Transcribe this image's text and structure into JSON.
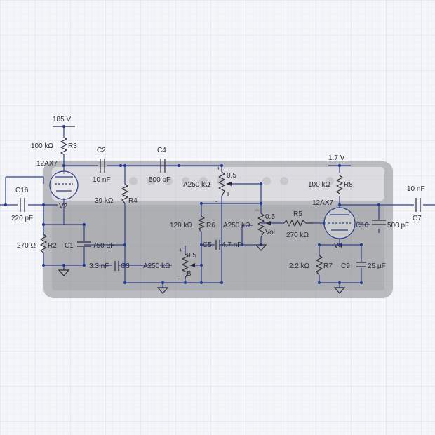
{
  "theme": {
    "wire": "#2c3e8c",
    "node": "#1f3a96",
    "component": "#2a2a3a",
    "grid": "#dcdfee"
  },
  "labels": {
    "v185": "185 V",
    "v17": "1.7 V",
    "r3_val": "100 kΩ",
    "r3": "R3",
    "c2": "C2",
    "c4": "C4",
    "tube1": "12AX7",
    "tube2": "12AX7",
    "c16": "C16",
    "c16_val": "220 pF",
    "v2": "V2",
    "c2_val": "10 nF",
    "c4_val": "500 pF",
    "r4_val": "39 kΩ",
    "r4": "R4",
    "t_pot": "A250 kΩ",
    "t_pos": "0.5",
    "t_name": "T",
    "r8_val": "100 kΩ",
    "r8": "R8",
    "c7_val": "10 nF",
    "c7": "C7",
    "r6_val": "120 kΩ",
    "r6": "R6",
    "vol_pot": "A250 kΩ",
    "vol_pos": "0.5",
    "vol_name": "Vol",
    "r5": "R5",
    "r5_val": "270 kΩ",
    "c10": "C10",
    "c10_val": "500 pF",
    "r2_val": "270 Ω",
    "r2": "R2",
    "c1": "C1",
    "c1_val": "750 µF",
    "c5": "C5",
    "c5_val": "4.7 nF",
    "v4": "V4",
    "c3_val": "3.3 nF",
    "c3": "C3",
    "b_pot": "A250 kΩ",
    "b_pos": "0.5",
    "b_name": "B",
    "r7_val": "2.2 kΩ",
    "r7": "R7",
    "c9": "C9",
    "c9_val": "25 µF",
    "plus": "+",
    "minus": "-"
  }
}
